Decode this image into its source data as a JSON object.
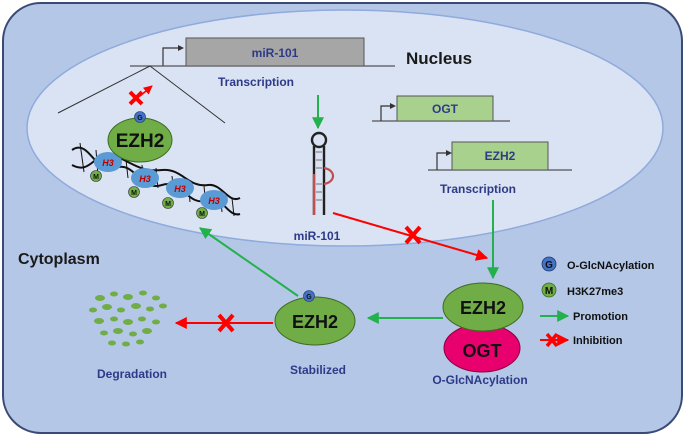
{
  "compartments": {
    "nucleus": "Nucleus",
    "cytoplasm": "Cytoplasm"
  },
  "genes": {
    "mir101": "miR-101",
    "ogt": "OGT",
    "ezh2": "EZH2"
  },
  "labels": {
    "transcription_mir": "Transcription",
    "transcription_genes": "Transcription",
    "mir_hairpin": "miR-101",
    "degradation": "Degradation",
    "stabilized": "Stabilized",
    "complex_caption": "O-GlcNAcylation"
  },
  "chromatin": {
    "ezh2": "EZH2",
    "g": "G",
    "histones": [
      {
        "h": "H3",
        "m": "M"
      },
      {
        "h": "H3",
        "m": "M"
      },
      {
        "h": "H3",
        "m": "M"
      },
      {
        "h": "H3",
        "m": "M"
      }
    ]
  },
  "proteins": {
    "ezh2_stabilized": "EZH2",
    "stabilized_g": "G",
    "complex_ezh2": "EZH2",
    "complex_ogt": "OGT"
  },
  "legend": {
    "items": [
      {
        "symbol": "G",
        "label": "O-GlcNAcylation",
        "kind": "circle-blue"
      },
      {
        "symbol": "M",
        "label": "H3K27me3",
        "kind": "circle-green"
      },
      {
        "symbol": "",
        "label": "Promotion",
        "kind": "green-arrow"
      },
      {
        "symbol": "",
        "label": "Inhibition",
        "kind": "red-inhibit"
      }
    ]
  },
  "colors": {
    "cytoplasm_fill": "#b4c7e7",
    "nucleus_fill": "#dae3f3",
    "ezh2_green": "#70ad47",
    "ogt_magenta": "#e8006e",
    "promotion_green": "#22b14c",
    "inhibition_red": "#ff0000",
    "label_navy": "#2e3a87",
    "histone_blue": "#5b9bd5",
    "mir_gene_gray": "#a6a6a6",
    "gene_green": "#a9d18e"
  }
}
